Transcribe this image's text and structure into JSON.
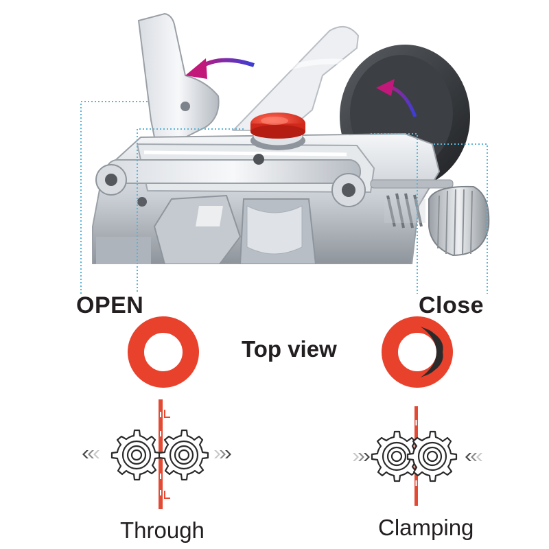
{
  "labels": {
    "open": "OPEN",
    "close": "Close",
    "top_view": "Top view",
    "through": "Through",
    "clamping": "Clamping"
  },
  "colors": {
    "ring_red": "#e8412c",
    "ring_dark": "#2a2a2a",
    "filament_red": "#e24a33",
    "guide_blue": "#5ab4d6",
    "arrow_blue": "#3a3fd6",
    "arrow_magenta": "#c2187a",
    "text": "#231f20"
  },
  "icons": [
    "extruder-photo",
    "gear-icon",
    "double-chevron-left-icon",
    "double-chevron-right-icon",
    "filament-path-icon",
    "rotation-arrow-icon"
  ]
}
